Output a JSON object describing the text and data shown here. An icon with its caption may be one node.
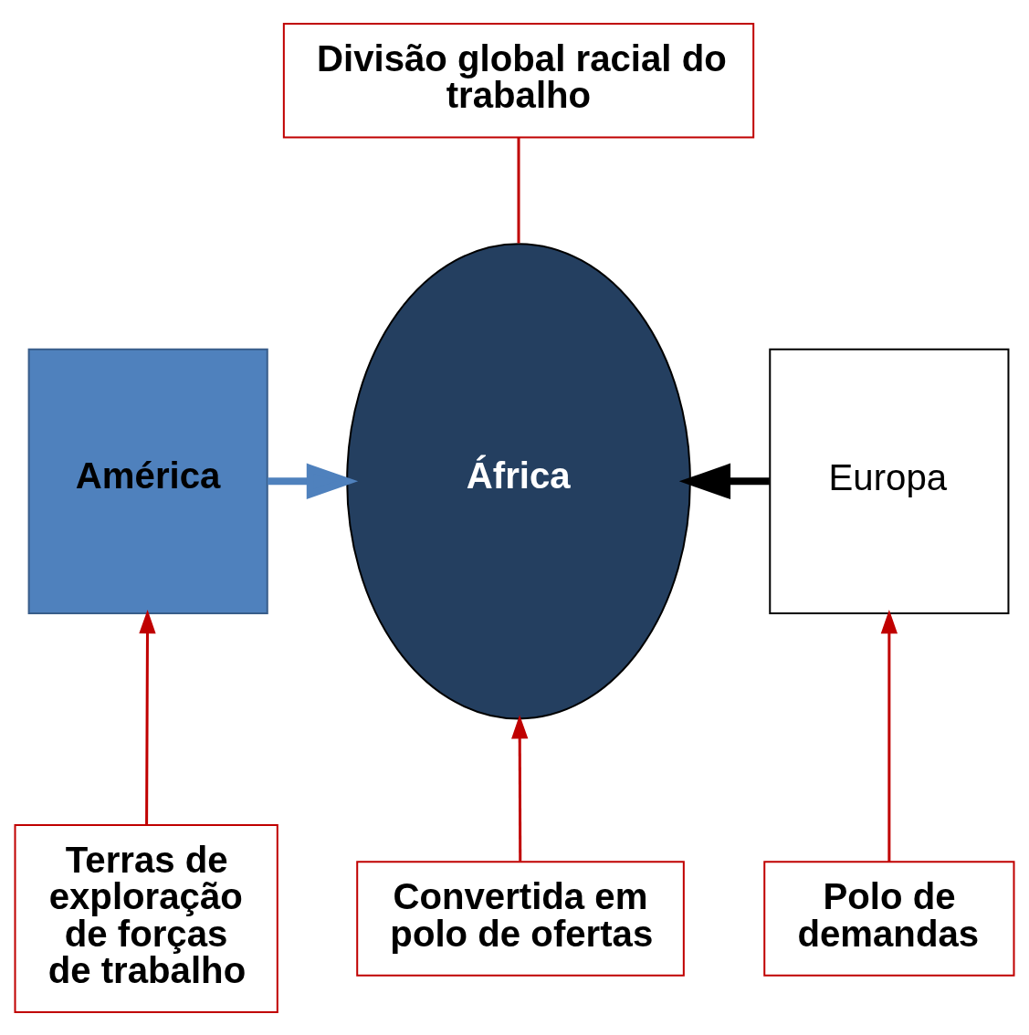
{
  "diagram": {
    "nodes": [
      {
        "text": [
          "Divisão global racial do trabalho"
        ]
      },
      {
        "text": [
          "África"
        ]
      },
      {
        "text": [
          "América"
        ]
      },
      {
        "text": [
          "Europa"
        ]
      },
      {
        "text": [
          "Terras de exploração de forças de trabalho"
        ]
      },
      {
        "text": [
          "Convertida em polo de ofertas"
        ]
      },
      {
        "text": [
          "Polo de demandas"
        ]
      }
    ],
    "edges": [
      {
        "from": 0,
        "to": 1,
        "arrow": "none"
      },
      {
        "from": 2,
        "to": 1,
        "arrow": "to",
        "style": "thick",
        "color": "#4f81bd"
      },
      {
        "from": 3,
        "to": 1,
        "arrow": "to",
        "style": "thick",
        "color": "#000000"
      },
      {
        "from": 4,
        "to": 2,
        "arrow": "to"
      },
      {
        "from": 5,
        "to": 1,
        "arrow": "to"
      },
      {
        "from": 6,
        "to": 3,
        "arrow": "to"
      }
    ]
  }
}
